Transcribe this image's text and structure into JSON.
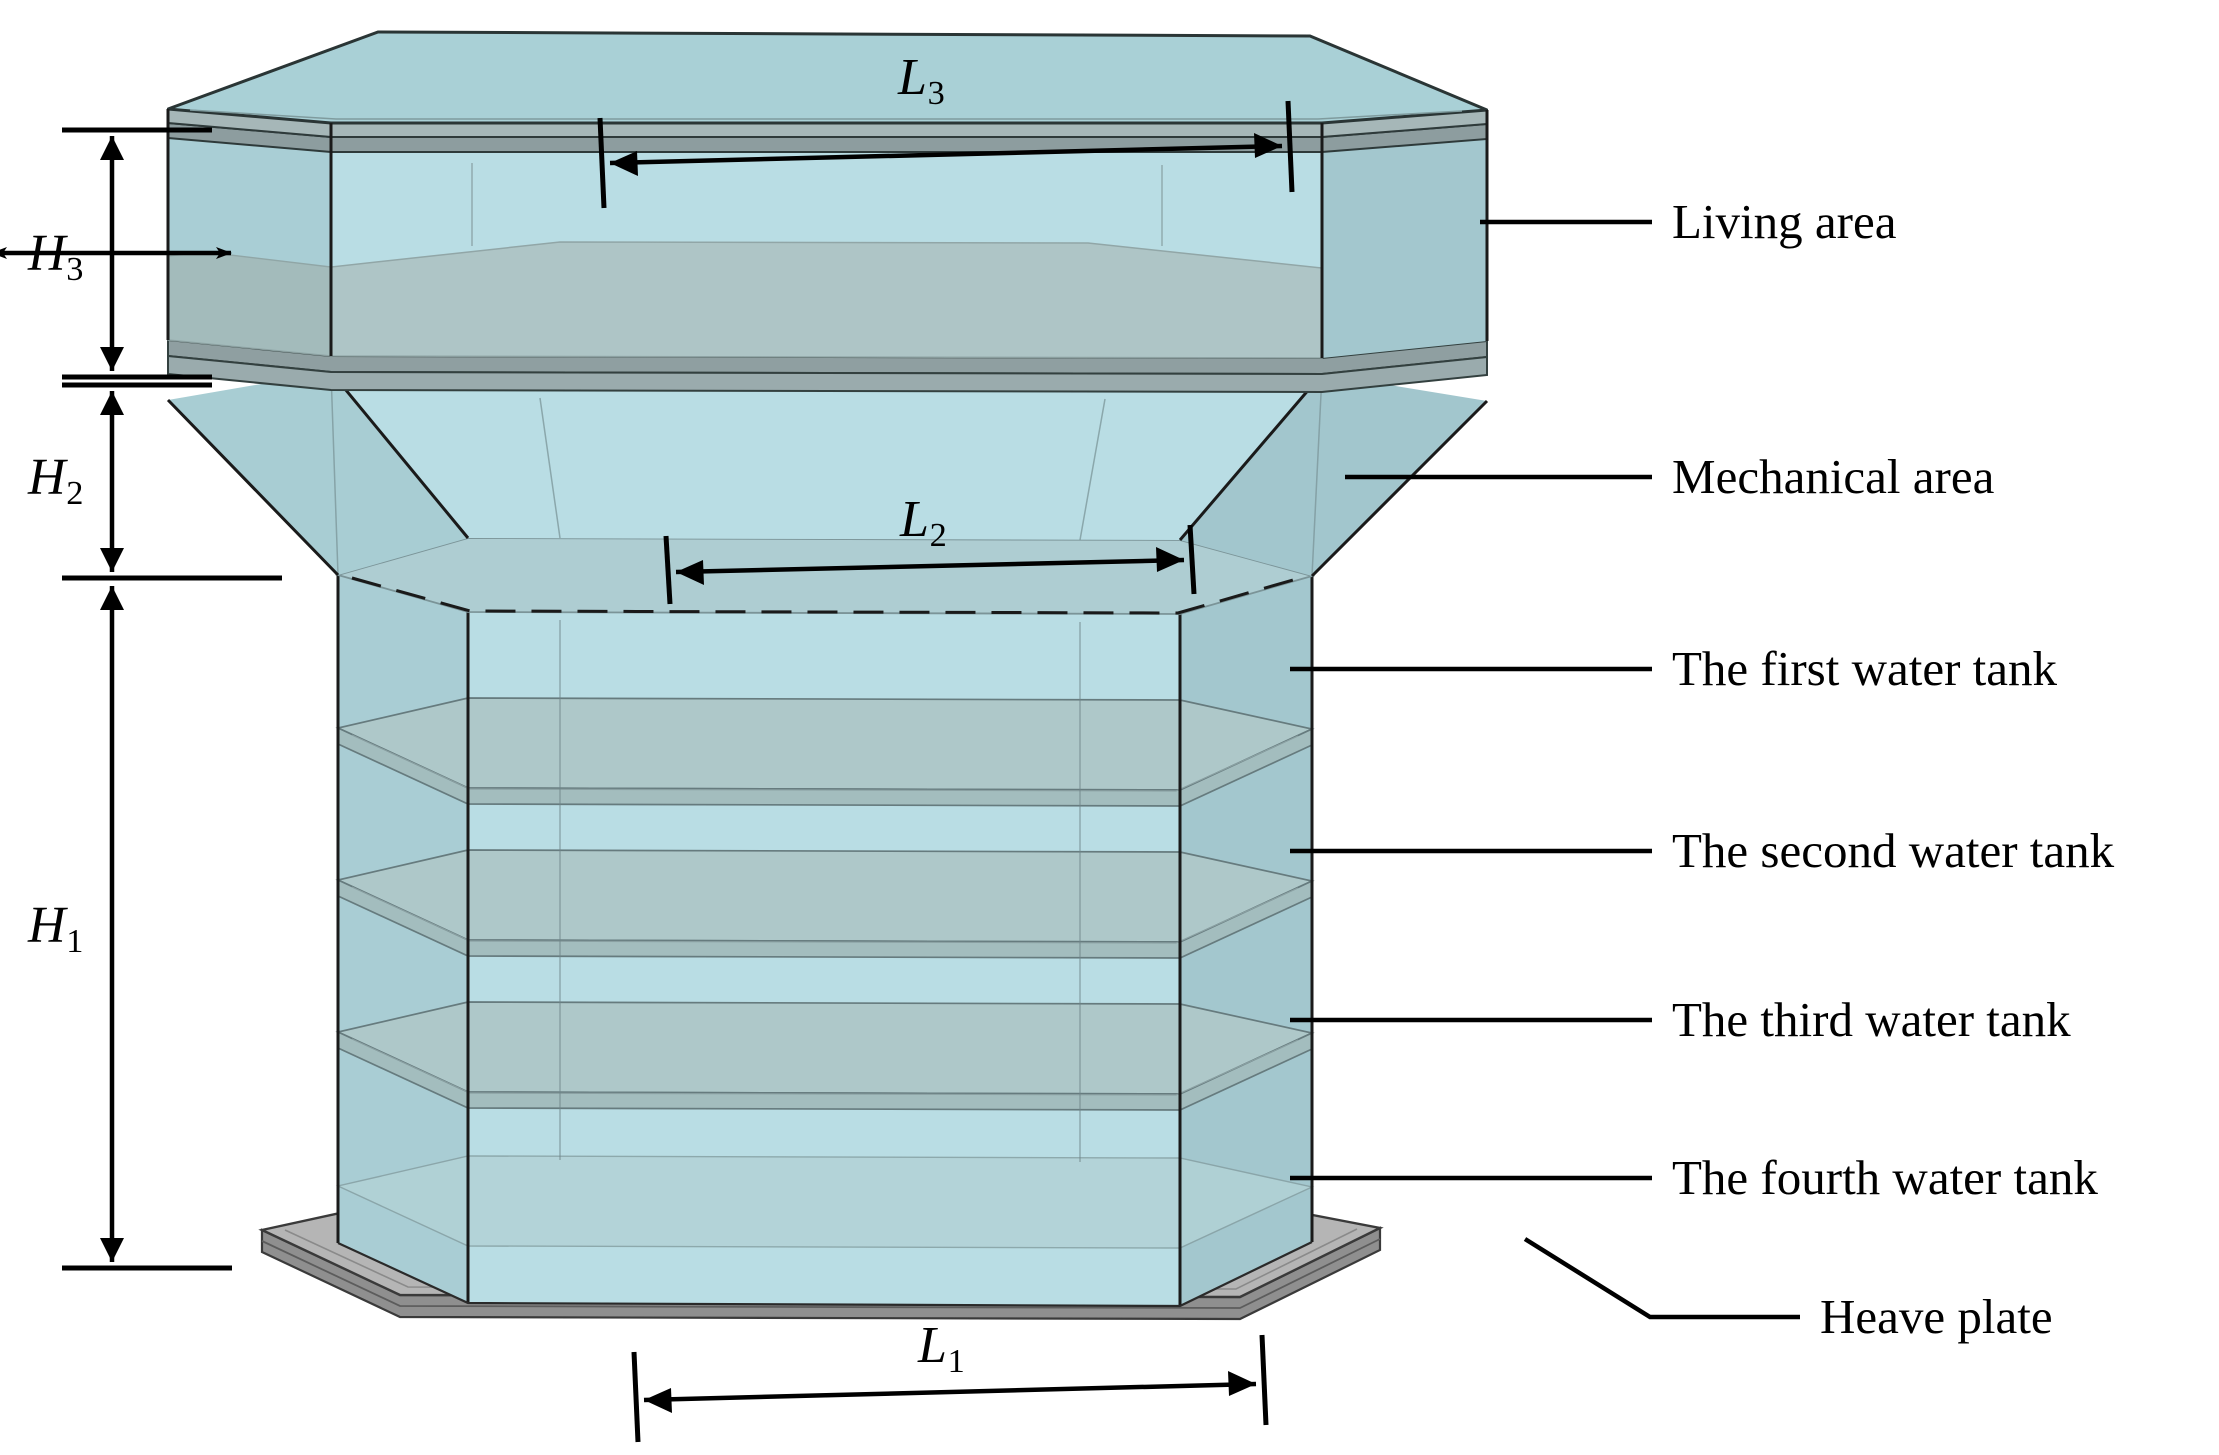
{
  "figure": {
    "kind": "semi-submersible-platform-schematic",
    "background": "#ffffff"
  },
  "colors": {
    "hull_light": "#b9dde4",
    "hull_mid": "#b0cfd3",
    "hull_deck": "#aec8c9",
    "hull_deck_dark": "#a3c0c2",
    "hull_shade": "#9fc3c8",
    "plate_gray": "#b5b5b5",
    "plate_gray_dark": "#8f8f8f",
    "plate_gray_edge": "#6a6a6a",
    "outline": "#1a1a1a",
    "inner_line": "#5d6f72",
    "leader": "#000000"
  },
  "callouts": [
    {
      "id": "living-area",
      "text": "Living area"
    },
    {
      "id": "mechanical-area",
      "text": "Mechanical area"
    },
    {
      "id": "first-water-tank",
      "text": "The first water tank"
    },
    {
      "id": "second-water-tank",
      "text": "The second water tank"
    },
    {
      "id": "third-water-tank",
      "text": "The third water tank"
    },
    {
      "id": "fourth-water-tank",
      "text": "The fourth water tank"
    },
    {
      "id": "heave-plate",
      "text": "Heave plate"
    }
  ],
  "dimensions": {
    "heights": [
      {
        "id": "H1",
        "symbol": "H",
        "subscript": "1",
        "describes": "column / water tank total height"
      },
      {
        "id": "H2",
        "symbol": "H",
        "subscript": "2",
        "describes": "mechanical area height"
      },
      {
        "id": "H3",
        "symbol": "H",
        "subscript": "3",
        "describes": "living area height"
      }
    ],
    "widths": [
      {
        "id": "L1",
        "symbol": "L",
        "subscript": "1",
        "describes": "heave plate / lower hull width"
      },
      {
        "id": "L2",
        "symbol": "L",
        "subscript": "2",
        "describes": "column width"
      },
      {
        "id": "L3",
        "symbol": "L",
        "subscript": "3",
        "describes": "living area deck width"
      }
    ]
  }
}
